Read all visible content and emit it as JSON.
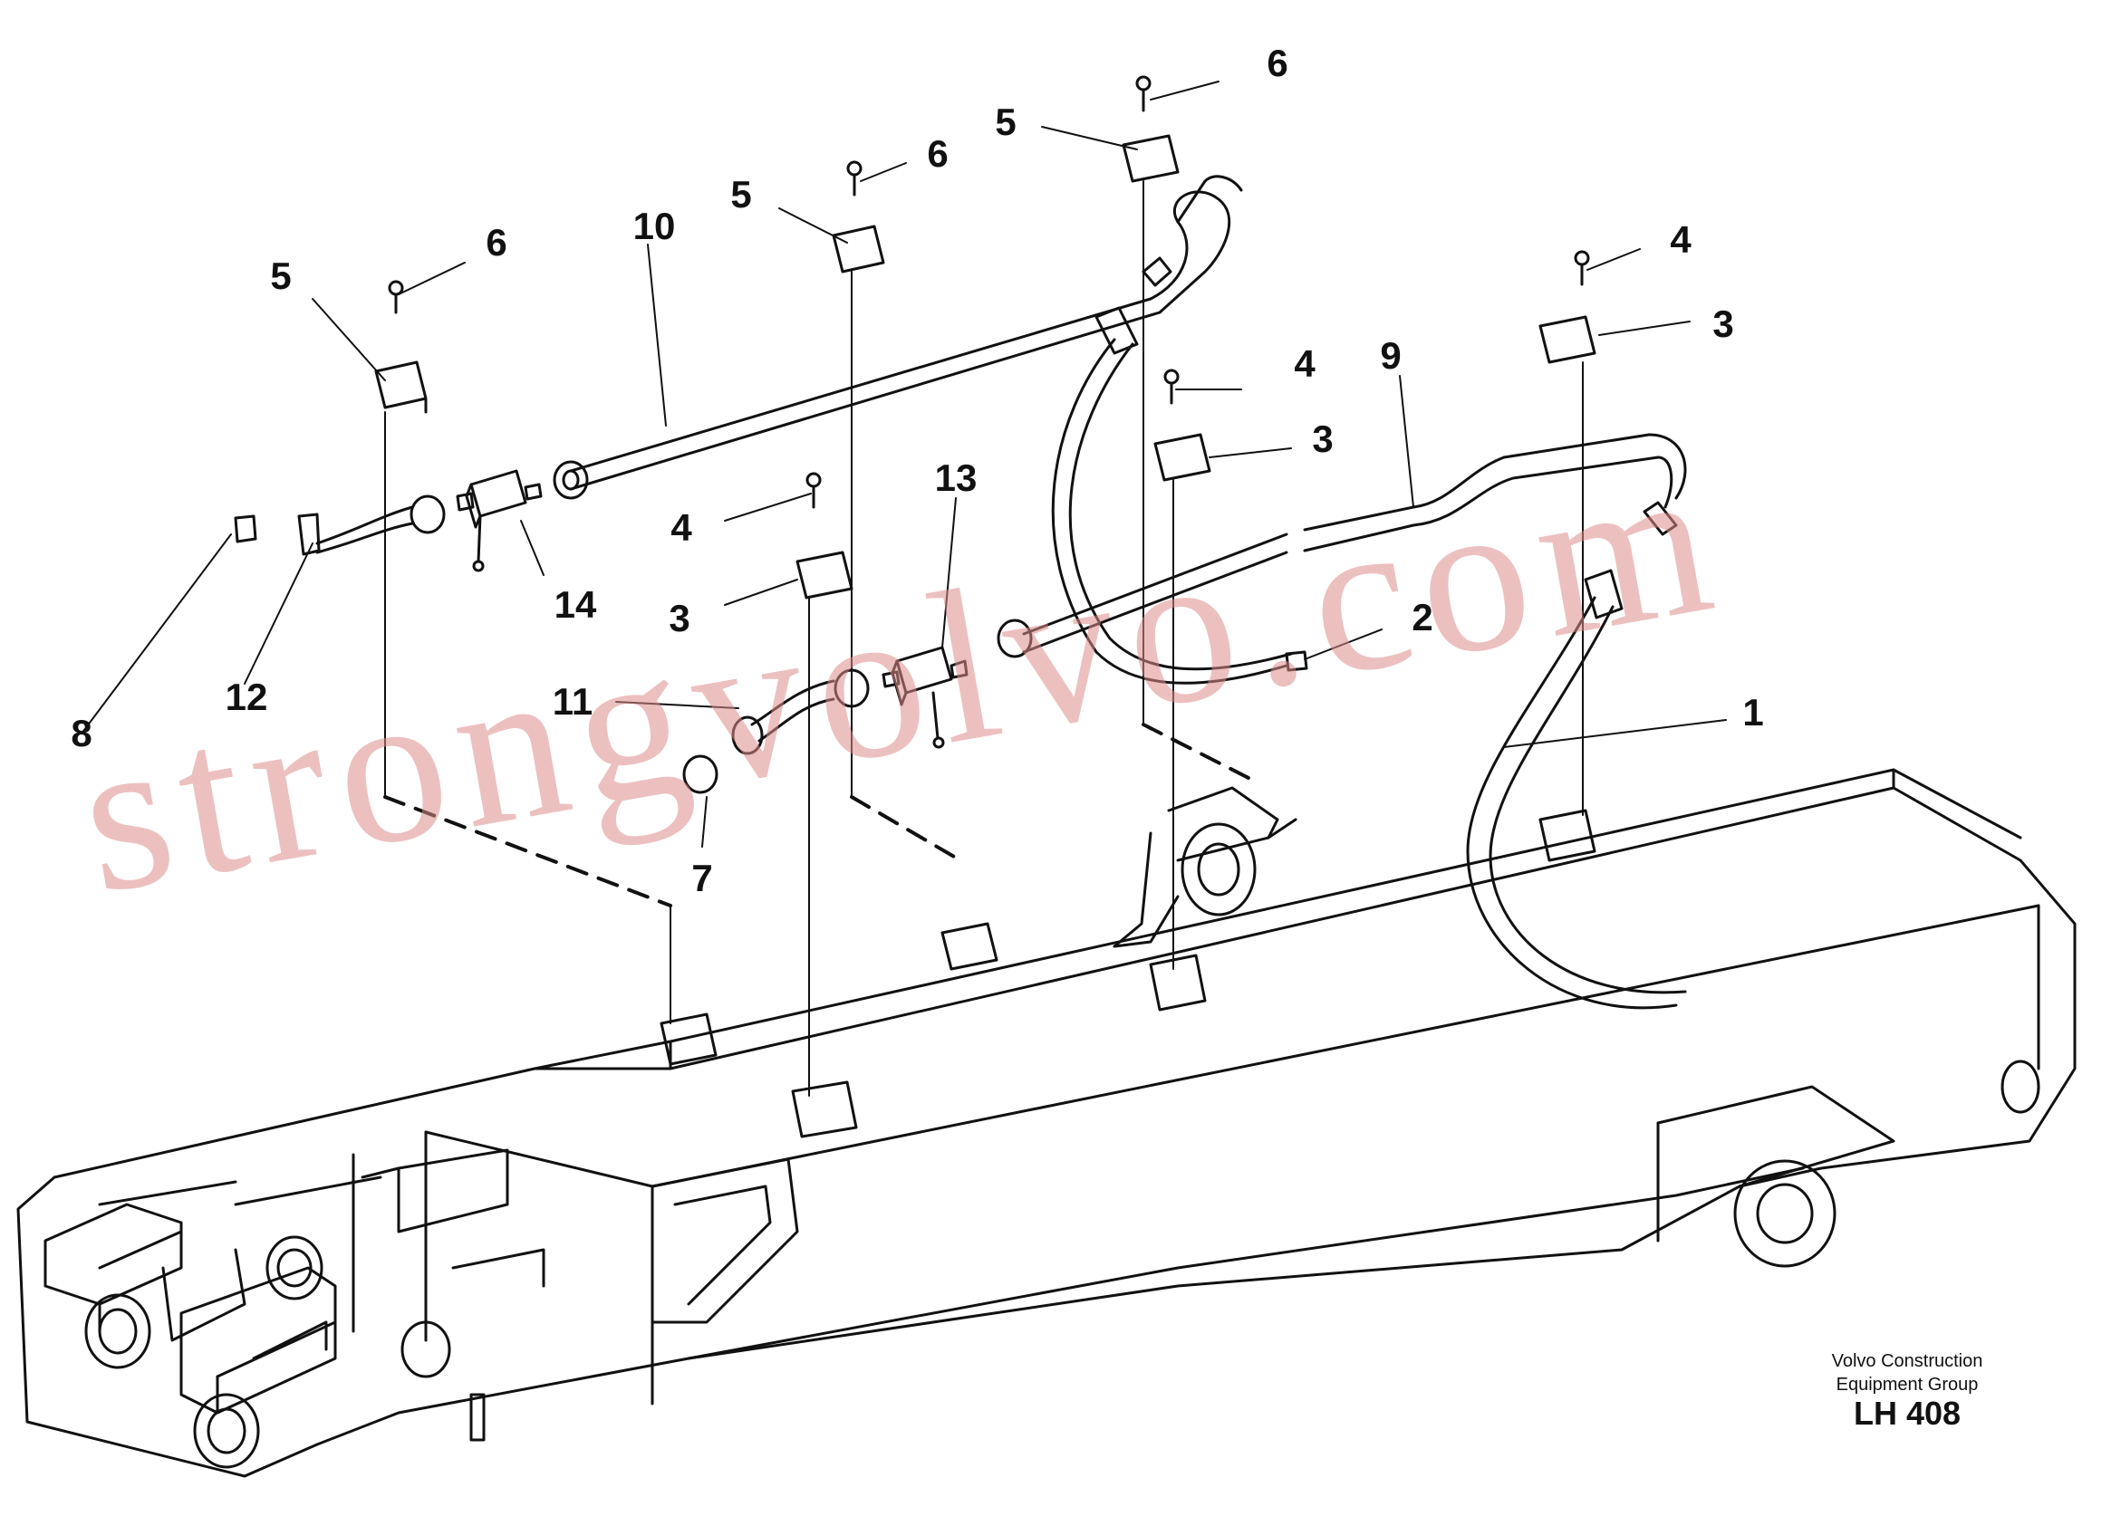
{
  "callouts": [
    {
      "id": "c6a",
      "text": "6"
    },
    {
      "id": "c5a",
      "text": "5"
    },
    {
      "id": "c6b",
      "text": "6"
    },
    {
      "id": "c5b",
      "text": "5"
    },
    {
      "id": "c10",
      "text": "10"
    },
    {
      "id": "c6c",
      "text": "6"
    },
    {
      "id": "c5c",
      "text": "5"
    },
    {
      "id": "c4a",
      "text": "4"
    },
    {
      "id": "c3a",
      "text": "3"
    },
    {
      "id": "c9",
      "text": "9"
    },
    {
      "id": "c4b",
      "text": "4"
    },
    {
      "id": "c3b",
      "text": "3"
    },
    {
      "id": "c13",
      "text": "13"
    },
    {
      "id": "c14",
      "text": "14"
    },
    {
      "id": "c4c",
      "text": "4"
    },
    {
      "id": "c3c",
      "text": "3"
    },
    {
      "id": "c2",
      "text": "2"
    },
    {
      "id": "c11",
      "text": "11"
    },
    {
      "id": "c12",
      "text": "12"
    },
    {
      "id": "c8",
      "text": "8"
    },
    {
      "id": "c1",
      "text": "1"
    },
    {
      "id": "c7",
      "text": "7"
    }
  ],
  "watermark": "strongvolvo.com",
  "credit": {
    "line1": "Volvo Construction",
    "line2": "Equipment Group"
  },
  "diagram_code": "LH 408",
  "colors": {
    "ink": "#111111",
    "watermark": "#de8c8c",
    "background": "#ffffff"
  }
}
